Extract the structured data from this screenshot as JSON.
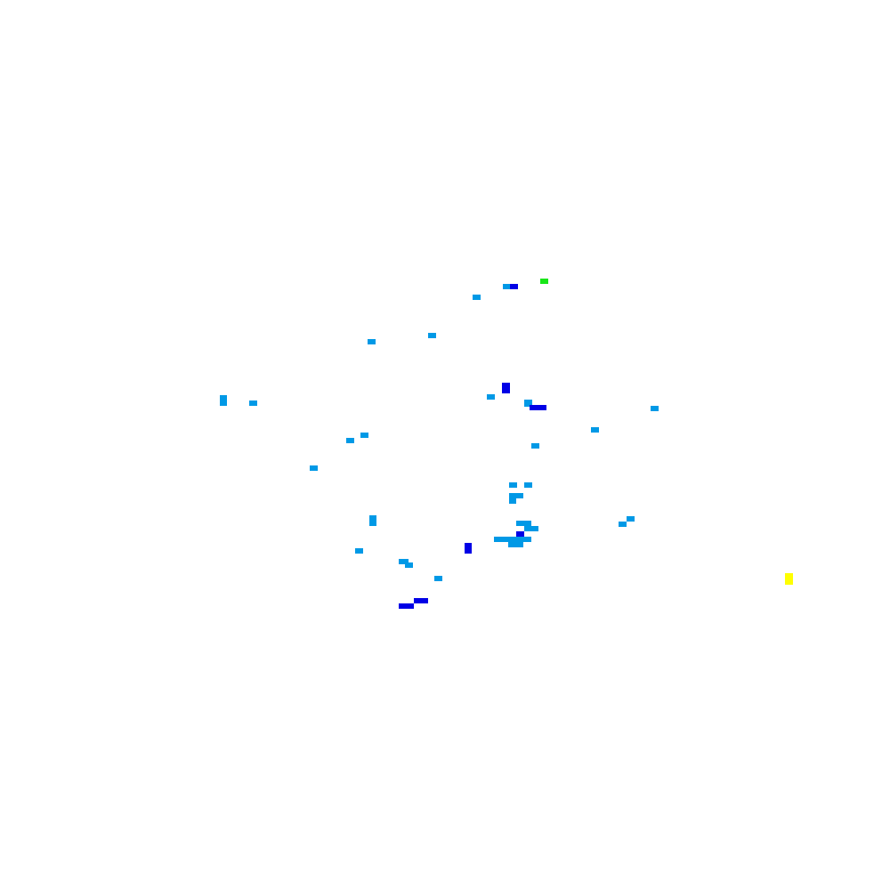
{
  "colors": {
    "background": "#ffffff",
    "low": "#0099e6",
    "very_low": "#0000e6",
    "medium": "#19e619",
    "high": "#ffff00"
  },
  "chart_data": {
    "type": "heatmap",
    "title": "",
    "xlabel": "",
    "ylabel": "",
    "grid": false,
    "legend": "none",
    "cells": [
      {
        "level": "medium"
      },
      {
        "level": "low"
      },
      {
        "level": "very_low"
      },
      {
        "level": "low"
      },
      {
        "level": "low"
      },
      {
        "level": "low"
      },
      {
        "level": "very_low"
      },
      {
        "level": "low"
      },
      {
        "level": "low"
      },
      {
        "level": "low"
      },
      {
        "level": "low"
      },
      {
        "level": "very_low"
      },
      {
        "level": "low"
      },
      {
        "level": "low"
      },
      {
        "level": "low"
      },
      {
        "level": "low"
      },
      {
        "level": "low"
      },
      {
        "level": "low"
      },
      {
        "level": "low"
      },
      {
        "level": "low"
      },
      {
        "level": "low"
      },
      {
        "level": "low"
      },
      {
        "level": "low"
      },
      {
        "level": "low"
      },
      {
        "level": "low"
      },
      {
        "level": "low"
      },
      {
        "level": "very_low"
      },
      {
        "level": "low"
      },
      {
        "level": "low"
      },
      {
        "level": "low"
      },
      {
        "level": "low"
      },
      {
        "level": "very_low"
      },
      {
        "level": "low"
      },
      {
        "level": "low"
      },
      {
        "level": "low"
      },
      {
        "level": "low"
      },
      {
        "level": "very_low"
      },
      {
        "level": "very_low"
      },
      {
        "level": "high"
      }
    ]
  }
}
